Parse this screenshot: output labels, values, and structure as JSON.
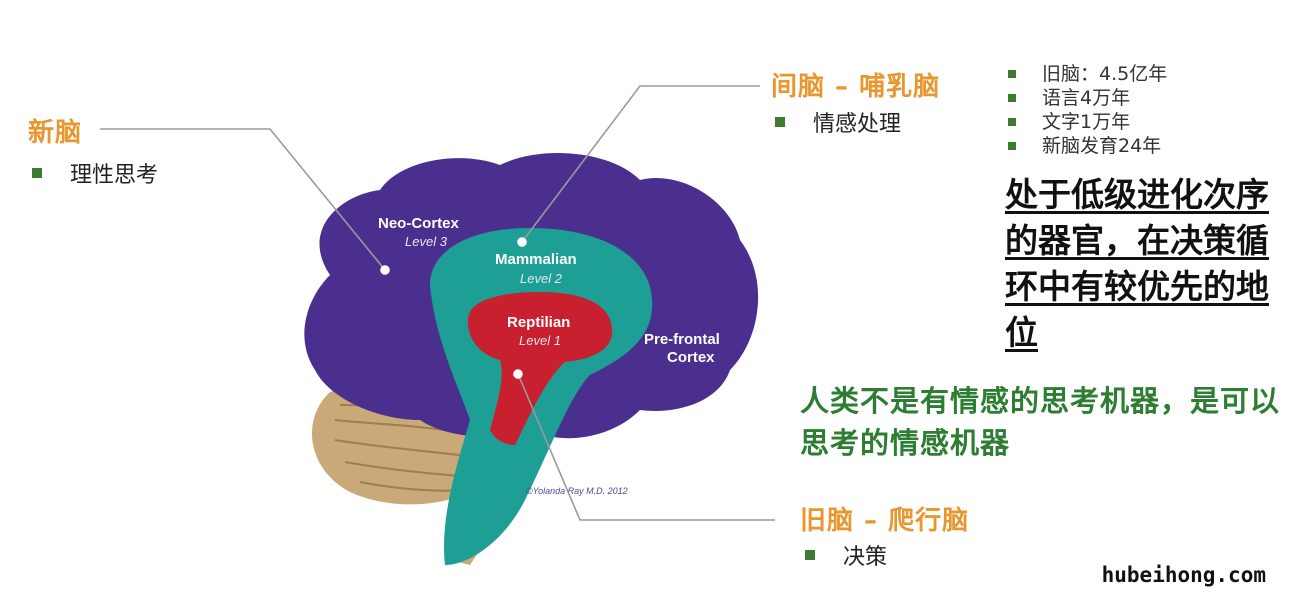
{
  "brain": {
    "neo_cortex": "Neo-Cortex",
    "neo_level": "Level 3",
    "mammalian": "Mammalian",
    "mammalian_level": "Level 2",
    "reptilian": "Reptilian",
    "reptilian_level": "Level 1",
    "prefrontal_line1": "Pre-frontal",
    "prefrontal_line2": "Cortex",
    "copyright": "©Yolanda Ray M.D. 2012"
  },
  "new_brain": {
    "title": "新脑",
    "bullet": "理性思考"
  },
  "mid_brain": {
    "title": "间脑 – 哺乳脑",
    "bullet": "情感处理"
  },
  "old_brain": {
    "title": "旧脑 – 爬行脑",
    "bullet": "决策"
  },
  "facts": [
    "旧脑：4.5亿年",
    "语言4万年",
    "文字1万年",
    "新脑发育24年"
  ],
  "statement": "处于低级进化次序的器官，在决策循环中有较优先的地位",
  "quote": "人类不是有情感的思考机器，是可以思考的情感机器",
  "watermark": "hubeihong.com",
  "colors": {
    "neo_cortex": "#4b2f8f",
    "mammalian": "#1e9f96",
    "reptilian": "#c8202e",
    "cerebellum": "#c9a978",
    "heading": "#e8962e",
    "bullet": "#3e7a2f",
    "quote": "#2d7d32"
  }
}
